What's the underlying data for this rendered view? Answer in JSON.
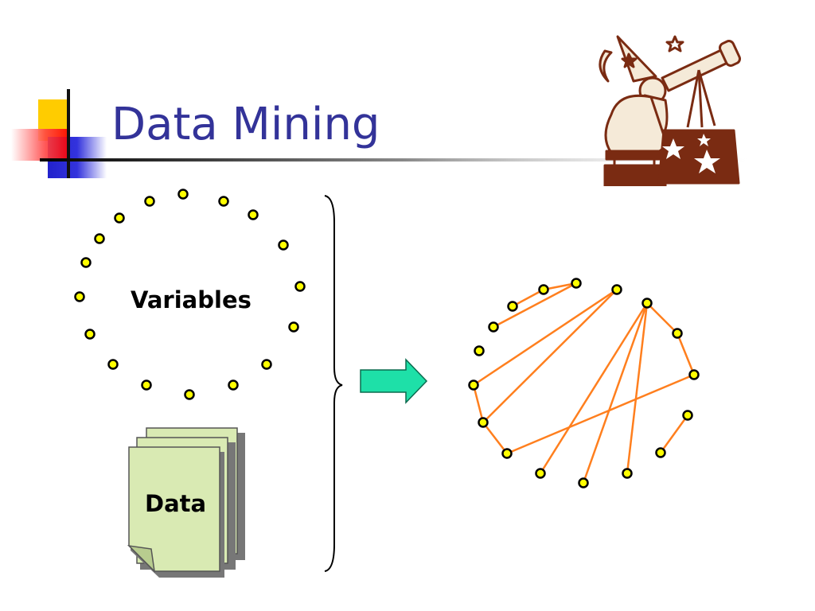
{
  "slide": {
    "title": "Data Mining",
    "variables_label": "Variables",
    "data_label": "Data"
  },
  "colors": {
    "title": "#333399",
    "node_fill": "#ffff00",
    "node_stroke": "#000000",
    "edge": "#ff7f1e",
    "arrow_fill": "#1ee0a8",
    "document_fill": "#d9eab3"
  },
  "icons": {
    "clipart": "wizard-telescope-icon",
    "decoration": "title-corner-squares",
    "brace": "right-curly-brace",
    "arrow": "right-arrow-icon",
    "document": "document-stack-icon"
  }
}
